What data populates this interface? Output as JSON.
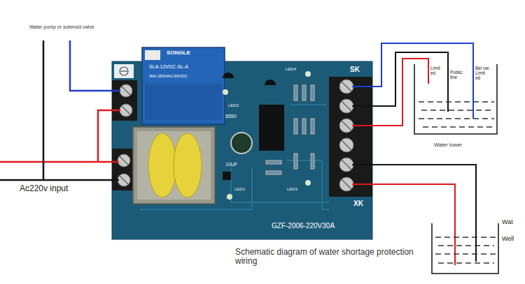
{
  "diagram": {
    "caption": "Schematic diagram of water shortage protection wiring",
    "nodes": [
      {
        "text": [
          "SK",
          "LED4",
          "LED2",
          "8550",
          "10UF",
          "LED1",
          "LED3",
          "XK",
          "GZF-2006-220V30A"
        ]
      },
      {
        "text": [
          "SONGLE",
          "SLA-12VDC-SL-A",
          "30A 250VAC/30VDC"
        ],
        "in": 0
      },
      {
        "text": [
          "Limit ed",
          "Public line",
          "Bel ow Limit ed",
          "Water tower"
        ]
      },
      {
        "text": [
          "Wat",
          "Well"
        ]
      }
    ],
    "labels": [
      "Water pump or solenoid valve",
      "Ac220v input"
    ]
  }
}
